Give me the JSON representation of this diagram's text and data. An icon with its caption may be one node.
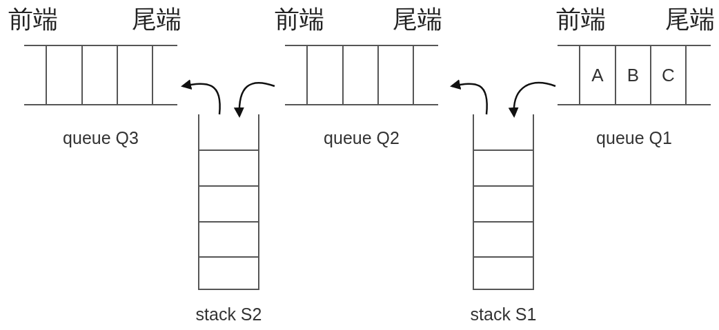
{
  "diagram": {
    "nodes": [
      {
        "text": [
          "前端",
          "尾端"
        ],
        "beside": [
          "queue Q3"
        ]
      },
      {
        "text": [],
        "shape": "stack",
        "beside": [
          "stack S2"
        ]
      },
      {
        "text": [
          "前端",
          "尾端"
        ],
        "beside": [
          "queue Q2"
        ]
      },
      {
        "text": [],
        "shape": "stack",
        "beside": [
          "stack S1"
        ]
      },
      {
        "text": [
          "前端",
          "尾端",
          "A",
          "B",
          "C"
        ],
        "beside": [
          "queue Q1"
        ]
      }
    ],
    "edges": [
      {
        "from": 4,
        "to": 3,
        "arrow": "to"
      },
      {
        "from": 3,
        "to": 2,
        "arrow": "to"
      },
      {
        "from": 2,
        "to": 1,
        "arrow": "to"
      },
      {
        "from": 1,
        "to": 0,
        "arrow": "to"
      }
    ]
  }
}
